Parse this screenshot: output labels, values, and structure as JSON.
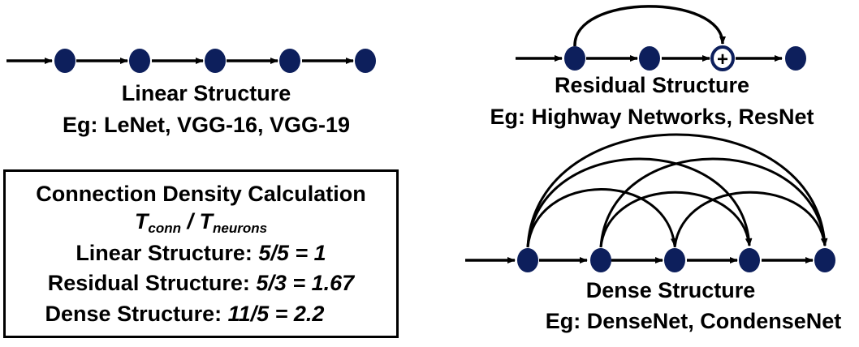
{
  "colors": {
    "node": "#0d1f5c",
    "arrow": "#000000"
  },
  "linear": {
    "title": "Linear Structure",
    "examples": "Eg: LeNet, VGG-16, VGG-19"
  },
  "residual": {
    "title": "Residual Structure",
    "examples": "Eg: Highway Networks, ResNet",
    "add_symbol": "+"
  },
  "dense": {
    "title": "Dense Structure",
    "examples": "Eg: DenseNet, CondenseNet"
  },
  "calc": {
    "title": "Connection Density Calculation",
    "formula_num_base": "T",
    "formula_num_sub": "conn",
    "formula_sep": " / ",
    "formula_den_base": "T",
    "formula_den_sub": "neurons",
    "rows": [
      {
        "label": "Linear Structure: ",
        "value": "5/5 = 1"
      },
      {
        "label": "Residual Structure: ",
        "value": "5/3 = 1.67"
      },
      {
        "label": "Dense Structure: ",
        "value": "11/5 = 2.2"
      }
    ]
  }
}
